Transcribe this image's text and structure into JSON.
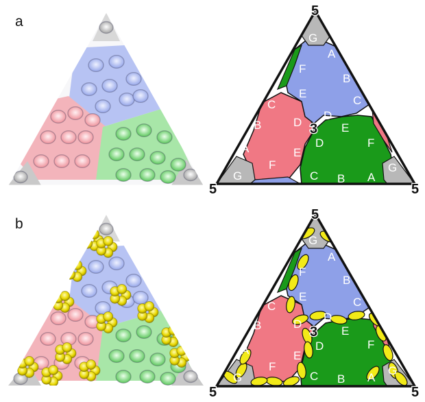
{
  "figure": {
    "panel_a": {
      "label": "a",
      "vertex_labels": {
        "top": "5",
        "left": "5",
        "right": "5",
        "center": "3"
      },
      "subunit_labels": {
        "blue": [
          "A",
          "B",
          "C",
          "D",
          "E",
          "F"
        ],
        "red": [
          "A",
          "B",
          "C",
          "D",
          "E",
          "F"
        ],
        "green": [
          "A",
          "B",
          "C",
          "D",
          "E",
          "F"
        ],
        "gray": [
          "G",
          "G",
          "G"
        ]
      }
    },
    "panel_b": {
      "label": "b",
      "vertex_labels": {
        "top": "5",
        "left": "5",
        "right": "5",
        "center": "3"
      },
      "subunit_labels": {
        "blue": [
          "A",
          "B",
          "C",
          "D",
          "E",
          "F"
        ],
        "red": [
          "A",
          "B",
          "C",
          "D",
          "E",
          "F"
        ],
        "green": [
          "A",
          "B",
          "C",
          "D",
          "E",
          "F"
        ],
        "gray": [
          "G",
          "G",
          "G"
        ]
      }
    },
    "colors": {
      "blue": "#8ea0e8",
      "red": "#f07884",
      "green": "#1a9a1a",
      "gray": "#b8b8b8",
      "yellow": "#f2ea18",
      "outline": "#111111"
    }
  }
}
